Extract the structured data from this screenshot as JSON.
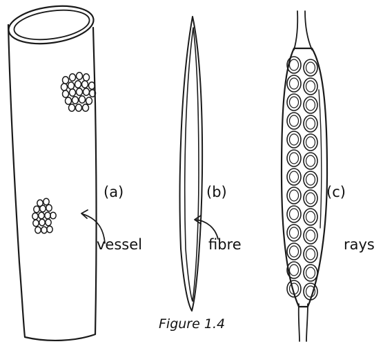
{
  "figure": {
    "caption": "Figure 1.4",
    "ink_color": "#1a1a1a",
    "background": "#ffffff"
  },
  "labels": {
    "a": "(a)",
    "b": "(b)",
    "c": "(c)",
    "vessel": "vessel",
    "fibre": "fibre",
    "rays": "rays"
  }
}
